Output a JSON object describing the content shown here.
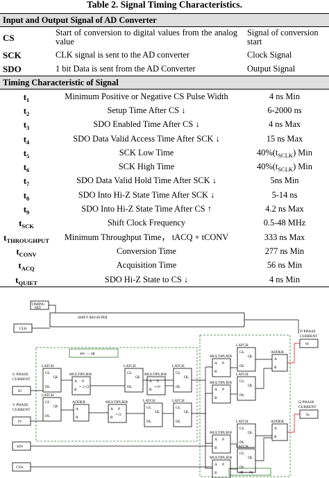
{
  "title": "Table 2. Signal Timing Characteristics.",
  "io_section": "Input and Output Signal of AD Converter",
  "io_rows": [
    {
      "sym": "CS",
      "desc": "Start of conversion to digital values from the analog value",
      "type": "Signal of conversion start"
    },
    {
      "sym": "SCK",
      "desc": "CLK signal is sent to the AD converter",
      "type": "Clock Signal"
    },
    {
      "sym": "SDO",
      "desc": "1 bit Data  is sent from the AD Converter",
      "type": "Output Signal"
    }
  ],
  "timing_section": "Timing Characteristic of Signal",
  "timing_rows": [
    {
      "sym": "t",
      "sub": "1",
      "desc": "Minimum Positive or Negative CS Pulse Width",
      "val": "4 ns Min"
    },
    {
      "sym": "t",
      "sub": "2",
      "desc": "Setup Time After CS ↓",
      "val": "6-2000 ns"
    },
    {
      "sym": "t",
      "sub": "3",
      "desc": "SDO Enabled Time After CS ↓",
      "val": "4 ns Max"
    },
    {
      "sym": "t",
      "sub": "4",
      "desc": "SDO Data Valid Access Time After SCK ↓",
      "val": "15 ns Max"
    },
    {
      "sym": "t",
      "sub": "5",
      "desc": "SCK Low Time",
      "val": "40%(t",
      "valsub": "SCLK",
      "valend": ") Min"
    },
    {
      "sym": "t",
      "sub": "6",
      "desc": "SCK High Time",
      "val": "40%(t",
      "valsub": "SCLK",
      "valend": ") Min"
    },
    {
      "sym": "t",
      "sub": "7",
      "desc": "SDO Data Valid Hold Time After SCK ↓",
      "val": "5ns Min"
    },
    {
      "sym": "t",
      "sub": "8",
      "desc": "SDO Into Hi-Z State Time After SCK ↓",
      "val": "5-14 ns"
    },
    {
      "sym": "t",
      "sub": "9",
      "desc": "SDO Into Hi-Z State Time After CS ↑",
      "val": "4.2 ns Max"
    },
    {
      "sym": "t",
      "sub": "SCK",
      "desc": "Shift Clock Frequency",
      "val": "0.5-48 MHz"
    },
    {
      "sym": "t",
      "sub": "THROUGHPUT",
      "desc": "Minimum Throughput Time， tACQ + tCONV",
      "val": "333 ns Max"
    },
    {
      "sym": "t",
      "sub": "CONV",
      "desc": "Conversion Time",
      "val": "277 ns Min"
    },
    {
      "sym": "t",
      "sub": "ACQ",
      "desc": "Acquisition Time",
      "val": "56 ns Min"
    },
    {
      "sym": "t",
      "sub": "QUIET",
      "desc": "SDO Hi-Z State to CS ↓",
      "val": "4 ns Min"
    }
  ],
  "diagram": {
    "timing_hit": "TIMING\nHIT",
    "timing_hit_1": "TIMING",
    "timing_hit_2": "HIT",
    "clk": "CLK",
    "shift_register": "SHIFT REGISTER",
    "abc_ab": "abc → αβ",
    "ab_dq": "αβ → dq",
    "latch": "LATCH",
    "multiplier": "MULTIPLIER",
    "adder": "ADDER",
    "u_phase": "U PHASE",
    "v_phase": "V PHASE",
    "current": "CURRENT",
    "iu": "IU",
    "iv": "IV",
    "sin": "SIN",
    "cos": "COS",
    "d_phase": "D PHASE",
    "q_phase": "Q PHASE",
    "id": "Id",
    "iq": "Iq",
    "gl": "GL",
    "ql": "QL",
    "dl": "DL",
    "a": "A",
    "b": "B",
    "p": "P",
    "sqrt6": "×√6",
    "sqrt2": "×√2",
    "half": "× 1/√2",
    "frac": "× 1/√2"
  }
}
